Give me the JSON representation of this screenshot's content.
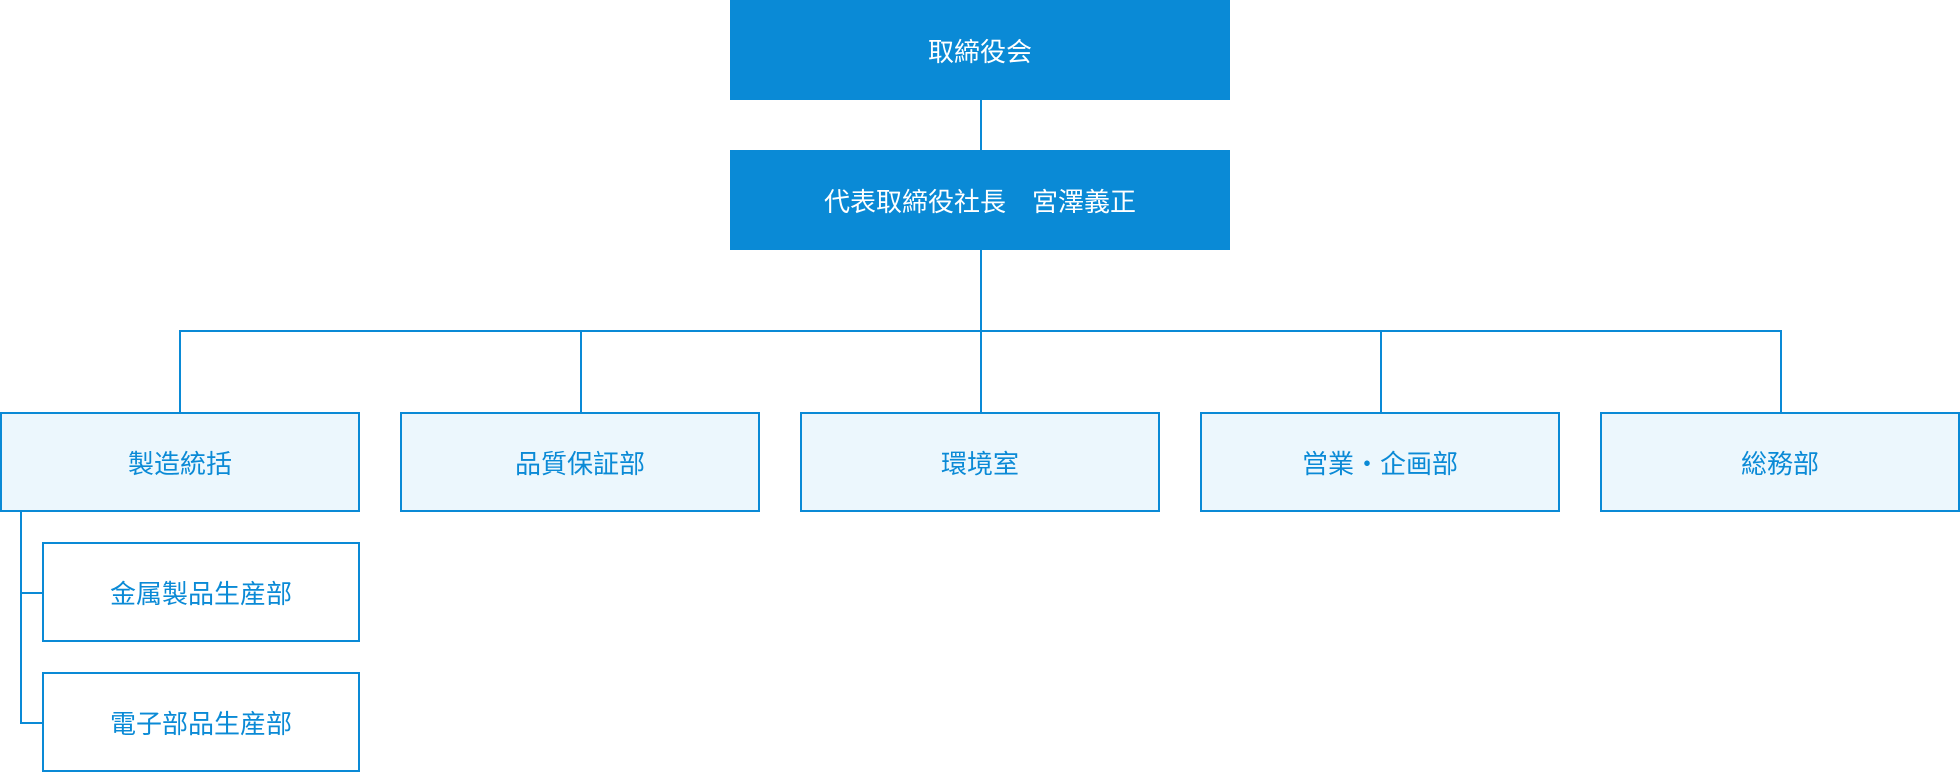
{
  "org_chart": {
    "board": {
      "label": "取締役会"
    },
    "president": {
      "label": "代表取締役社長　宮澤義正"
    },
    "departments": [
      {
        "label": "製造統括"
      },
      {
        "label": "品質保証部"
      },
      {
        "label": "環境室"
      },
      {
        "label": "営業・企画部"
      },
      {
        "label": "総務部"
      }
    ],
    "manufacturing_subunits": [
      {
        "label": "金属製品生産部"
      },
      {
        "label": "電子部品生産部"
      }
    ]
  },
  "colors": {
    "accent": "#0a8ad6",
    "dept_fill": "#ecf7fd",
    "white": "#ffffff"
  }
}
